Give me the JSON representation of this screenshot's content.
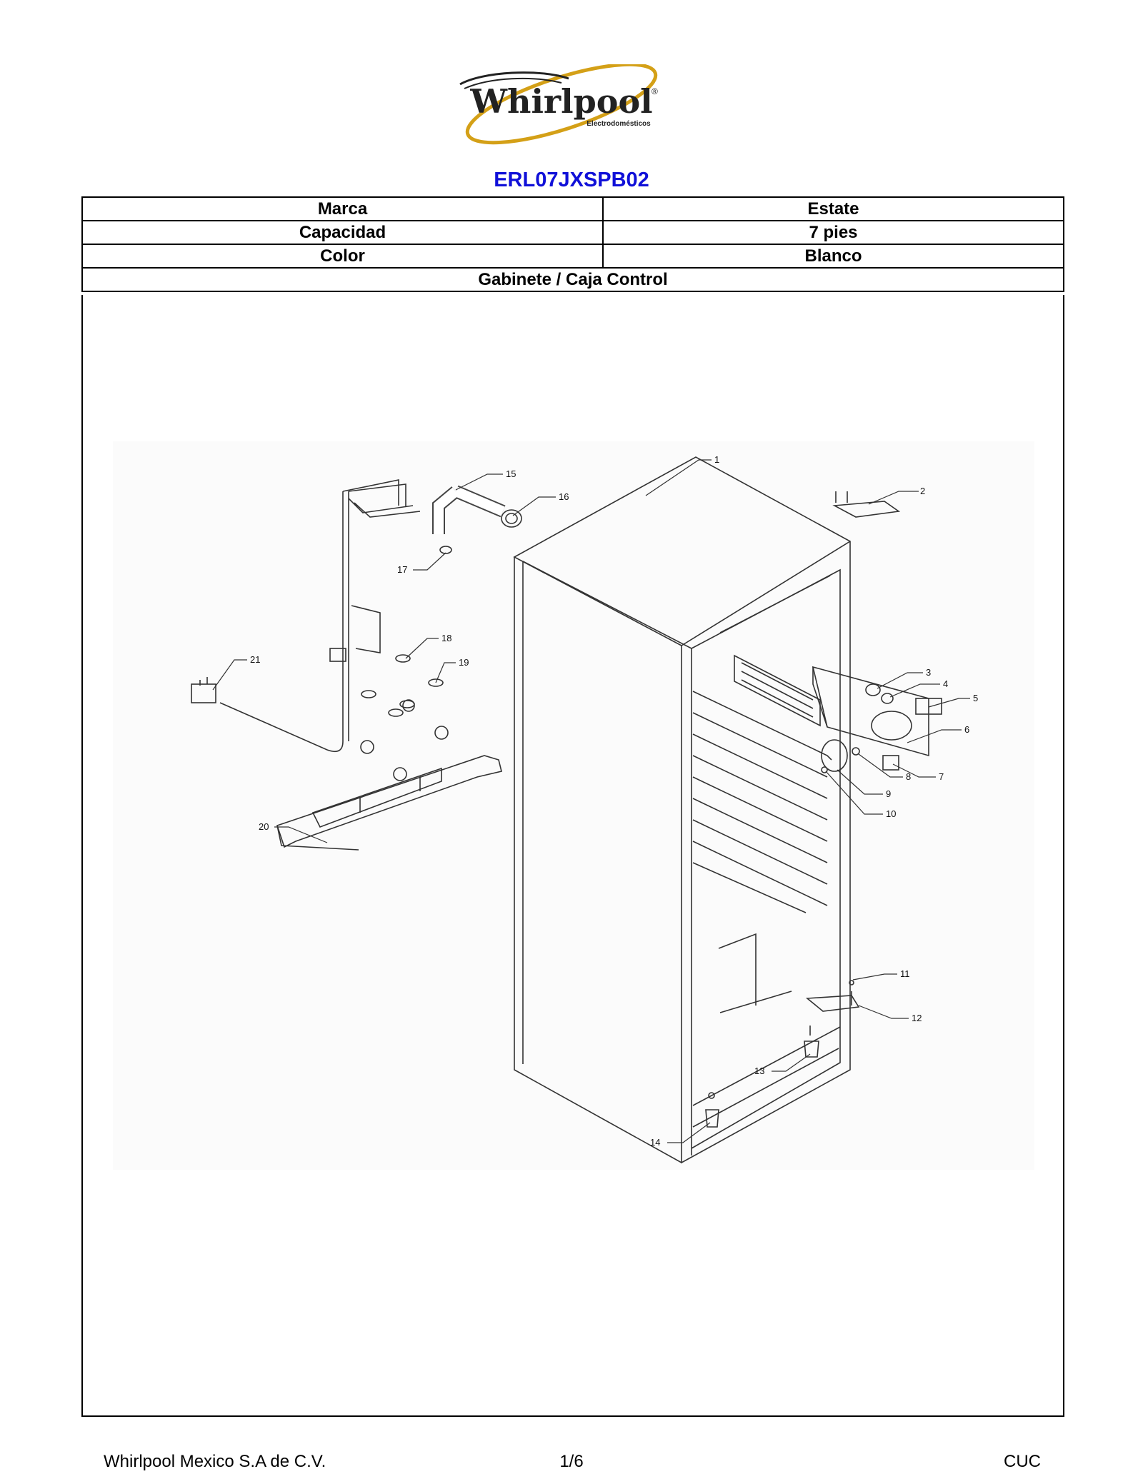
{
  "brand_logo": {
    "wordmark": "Whirlpool",
    "registered": "®",
    "subtitle": "Electrodomésticos",
    "ring_color": "#d4a017"
  },
  "model": "ERL07JXSPB02",
  "specs": [
    {
      "label": "Marca",
      "value": "Estate"
    },
    {
      "label": "Capacidad",
      "value": "7 pies"
    },
    {
      "label": "Color",
      "value": "Blanco"
    }
  ],
  "section_title": "Gabinete / Caja Control",
  "callouts": [
    "1",
    "2",
    "3",
    "4",
    "5",
    "6",
    "7",
    "8",
    "9",
    "10",
    "11",
    "12",
    "13",
    "14",
    "15",
    "16",
    "17",
    "18",
    "19",
    "20",
    "21"
  ],
  "footer": {
    "company": "Whirlpool Mexico S.A de C.V.",
    "page": "1/6",
    "code": "CUC"
  }
}
